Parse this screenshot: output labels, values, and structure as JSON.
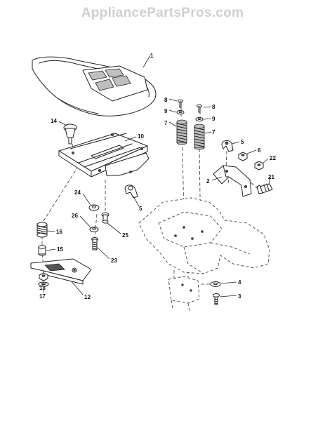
{
  "watermark": "AppliancePartsPros.com",
  "callouts": [
    {
      "id": "c1",
      "label": "1"
    },
    {
      "id": "c2",
      "label": "2"
    },
    {
      "id": "c3",
      "label": "3"
    },
    {
      "id": "c4",
      "label": "4"
    },
    {
      "id": "c5a",
      "label": "5"
    },
    {
      "id": "c5b",
      "label": "5"
    },
    {
      "id": "c6",
      "label": "6"
    },
    {
      "id": "c7a",
      "label": "7"
    },
    {
      "id": "c7b",
      "label": "7"
    },
    {
      "id": "c8a",
      "label": "8"
    },
    {
      "id": "c8b",
      "label": "8"
    },
    {
      "id": "c9a",
      "label": "9"
    },
    {
      "id": "c9b",
      "label": "9"
    },
    {
      "id": "c10",
      "label": "10"
    },
    {
      "id": "c12",
      "label": "12"
    },
    {
      "id": "c13",
      "label": "13"
    },
    {
      "id": "c14",
      "label": "14"
    },
    {
      "id": "c15",
      "label": "15"
    },
    {
      "id": "c16",
      "label": "16"
    },
    {
      "id": "c17",
      "label": "17"
    },
    {
      "id": "c21",
      "label": "21"
    },
    {
      "id": "c22",
      "label": "22"
    },
    {
      "id": "c23",
      "label": "23"
    },
    {
      "id": "c24",
      "label": "24"
    },
    {
      "id": "c25",
      "label": "25"
    },
    {
      "id": "c26",
      "label": "26"
    }
  ]
}
